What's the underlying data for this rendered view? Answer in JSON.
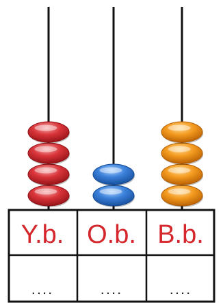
{
  "abacus": {
    "rods": [
      {
        "label": "Y.b.",
        "answer_placeholder": "....",
        "bead_count": 4,
        "bead_color": "#d8343a",
        "bead_color_light": "#f7a6a6",
        "bead_color_dark": "#8f1014"
      },
      {
        "label": "O.b.",
        "answer_placeholder": "....",
        "bead_count": 2,
        "bead_color": "#3a7fd9",
        "bead_color_light": "#a9d1ff",
        "bead_color_dark": "#144a94"
      },
      {
        "label": "B.b.",
        "answer_placeholder": "....",
        "bead_count": 4,
        "bead_color": "#f39a1f",
        "bead_color_light": "#ffd98f",
        "bead_color_dark": "#b35b00"
      }
    ],
    "rod_color": "#111111",
    "table_border_color": "#111111",
    "label_color": "#d5262b"
  }
}
